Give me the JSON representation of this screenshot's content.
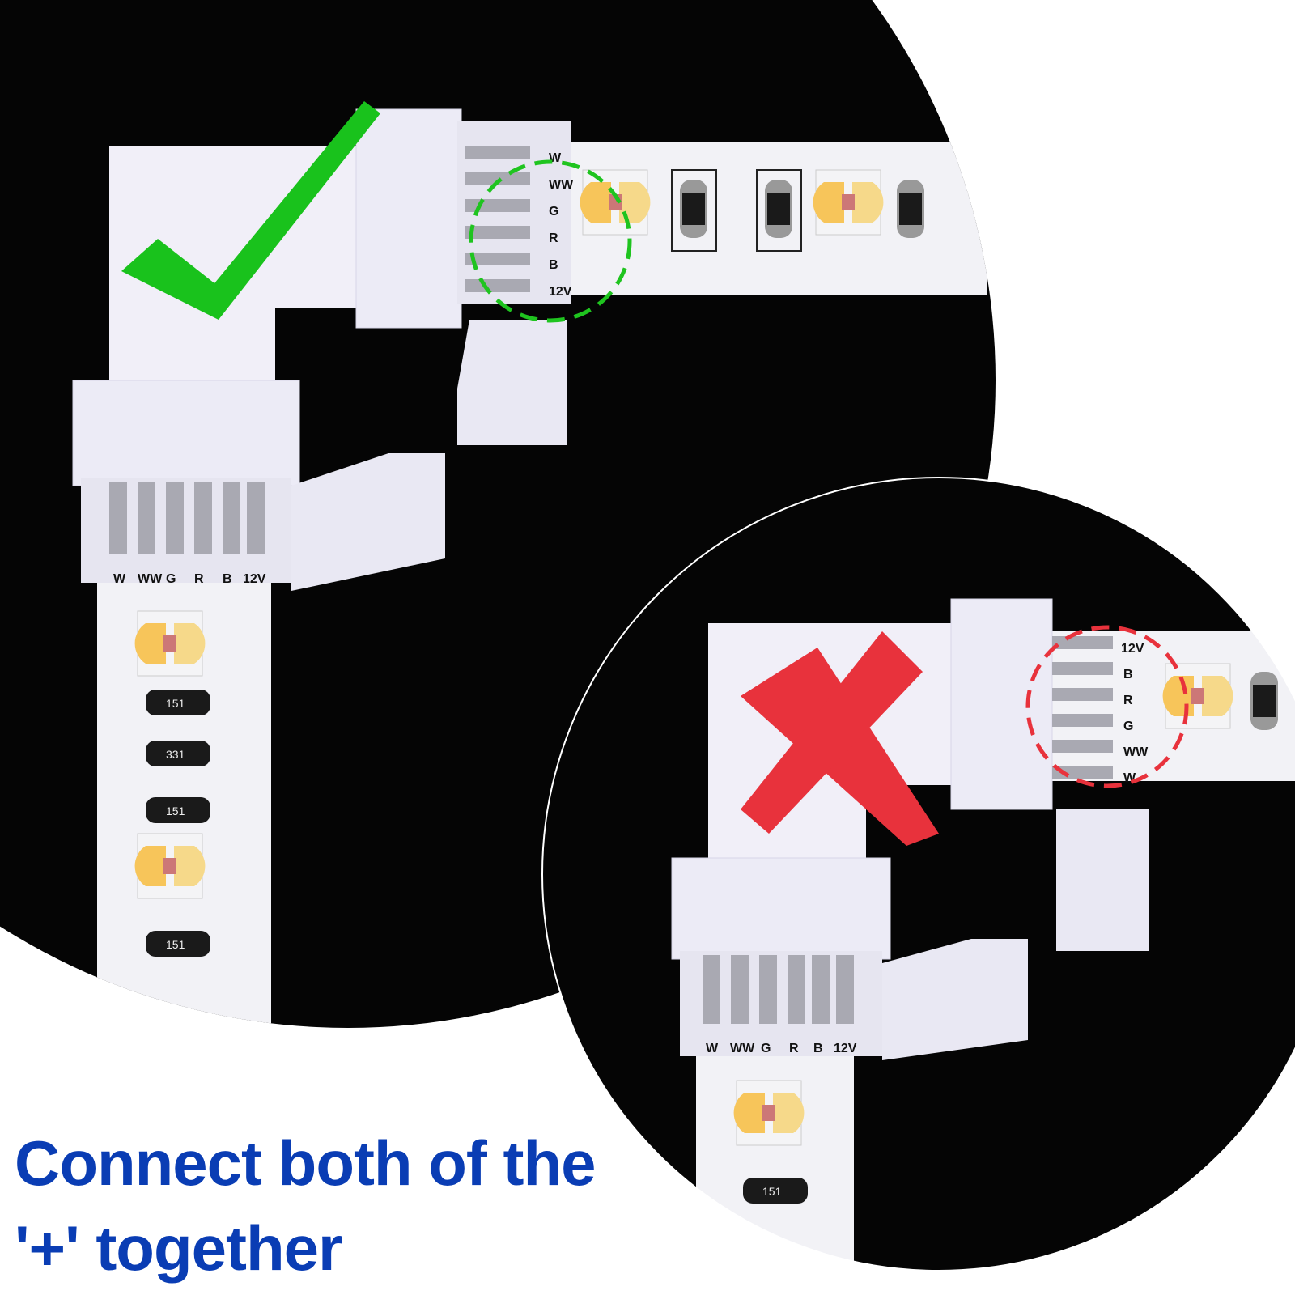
{
  "caption": {
    "line1": "Connect both of the",
    "line2": "'+' together",
    "color": "#0a3db4"
  },
  "pin_labels": [
    "W",
    "WW",
    "G",
    "R",
    "B",
    "12V"
  ],
  "pin_labels_reversed": [
    "12V",
    "B",
    "R",
    "G",
    "WW",
    "W"
  ],
  "resistor_codes": {
    "a": "151",
    "b": "331"
  },
  "strip_labels": {
    "r": "R",
    "g": "G",
    "b": "B",
    "w": "W",
    "ww": "WW"
  },
  "marks": {
    "correct": {
      "icon": "check-mark-icon",
      "color": "#19c21c"
    },
    "wrong": {
      "icon": "cross-mark-icon",
      "color": "#e8323c"
    }
  },
  "highlight_colors": {
    "correct": "#1fc41f",
    "wrong": "#e8323c"
  }
}
